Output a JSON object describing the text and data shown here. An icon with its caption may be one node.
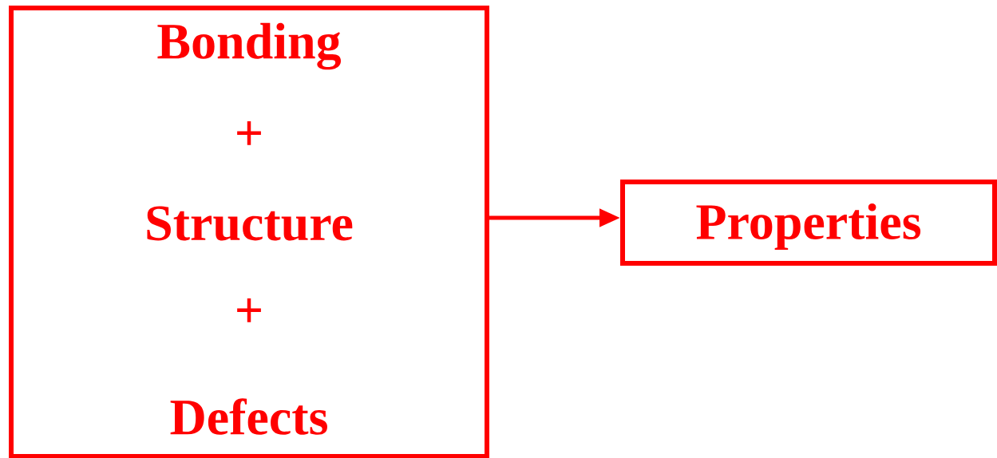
{
  "diagram": {
    "nodes": [
      {
        "text": [
          "Bonding",
          "+",
          "Structure",
          "+",
          "Defects"
        ]
      },
      {
        "text": [
          "Properties"
        ]
      }
    ],
    "edges": [
      {
        "from": 0,
        "to": 1,
        "arrow": "to"
      }
    ]
  }
}
